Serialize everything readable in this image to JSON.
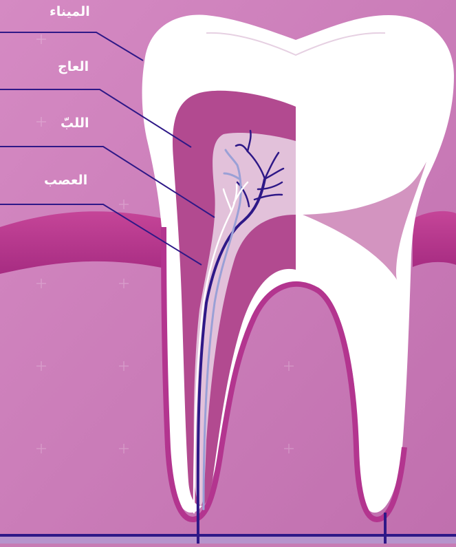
{
  "labels": {
    "enamel": "الميناء",
    "dentin": "العاج",
    "pulp": "اللبّ",
    "nerve": "العصب"
  },
  "colors": {
    "background": "#c77bb4",
    "gum": "#b3358f",
    "dentin": "#b24a90",
    "pulp": "#e2c1da",
    "enamel": "#ffffff",
    "nerve": "#2e1887",
    "leader_line": "#2e1887",
    "nerve_branch_light": "#9aa0d6"
  }
}
